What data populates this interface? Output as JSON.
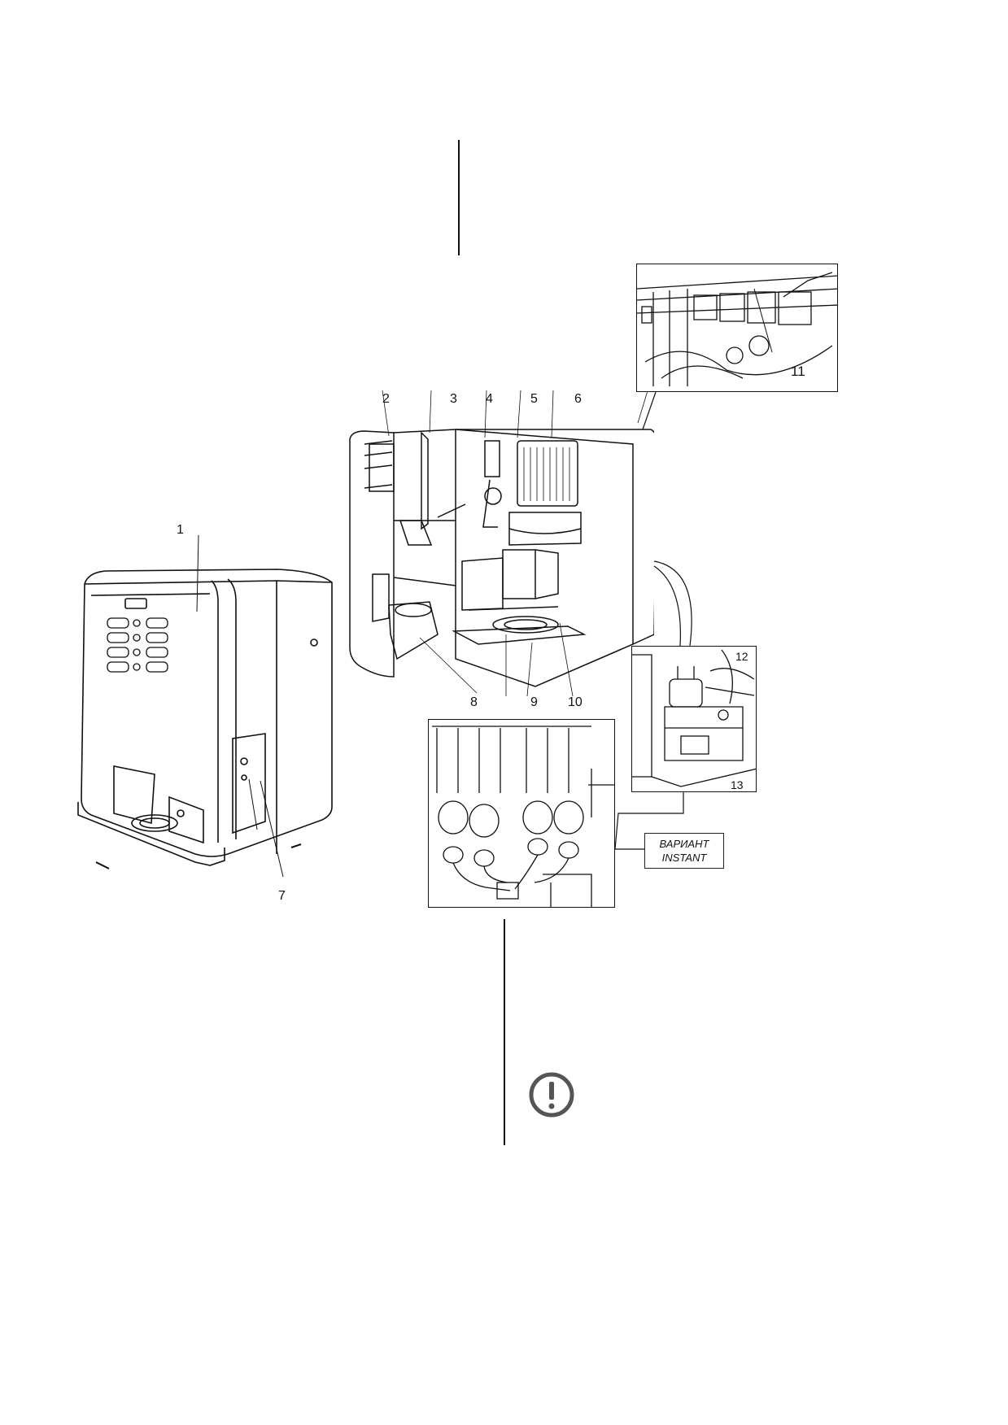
{
  "figure": {
    "callouts": [
      "1",
      "2",
      "3",
      "4",
      "5",
      "6",
      "7",
      "8",
      "9",
      "10",
      "11",
      "12",
      "13"
    ],
    "variant_label": {
      "line1": "ВАРИАНТ",
      "line2": "INSTANT"
    }
  },
  "icons": {
    "warning": "exclamation-circle-icon"
  },
  "colors": {
    "ink": "#111111",
    "background": "#ffffff"
  }
}
